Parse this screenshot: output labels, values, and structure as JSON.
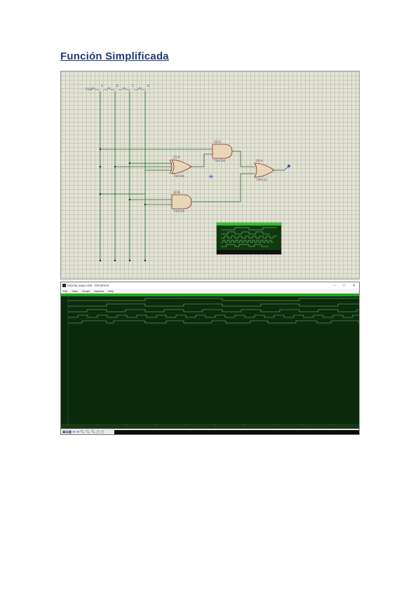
{
  "document": {
    "title": "Función Simplificada"
  },
  "schematic": {
    "components": [
      {
        "ref": "U1:A",
        "part": "74HC86"
      },
      {
        "ref": "U2:A",
        "part": "74HC08"
      },
      {
        "ref": "U2:B",
        "part": "74HC08"
      },
      {
        "ref": "U3:A",
        "part": "74HC32"
      }
    ],
    "colors": {
      "background": "#e3e3d6",
      "grid": "#c9c9b8",
      "wire": "#1f6b2a",
      "gate_body": "#e8d6b8",
      "gate_outline": "#8a2a2a"
    }
  },
  "analyzer": {
    "window_title": "DIGITAL ANALYSIS - PROSPICE",
    "menu": [
      "File",
      "View",
      "Graph",
      "Options",
      "Help"
    ],
    "window_controls": [
      "–",
      "□",
      "✕"
    ],
    "colors": {
      "plot_bg": "#0b2a0b",
      "trace": "#7cc07c",
      "header": "#22aa22"
    }
  }
}
